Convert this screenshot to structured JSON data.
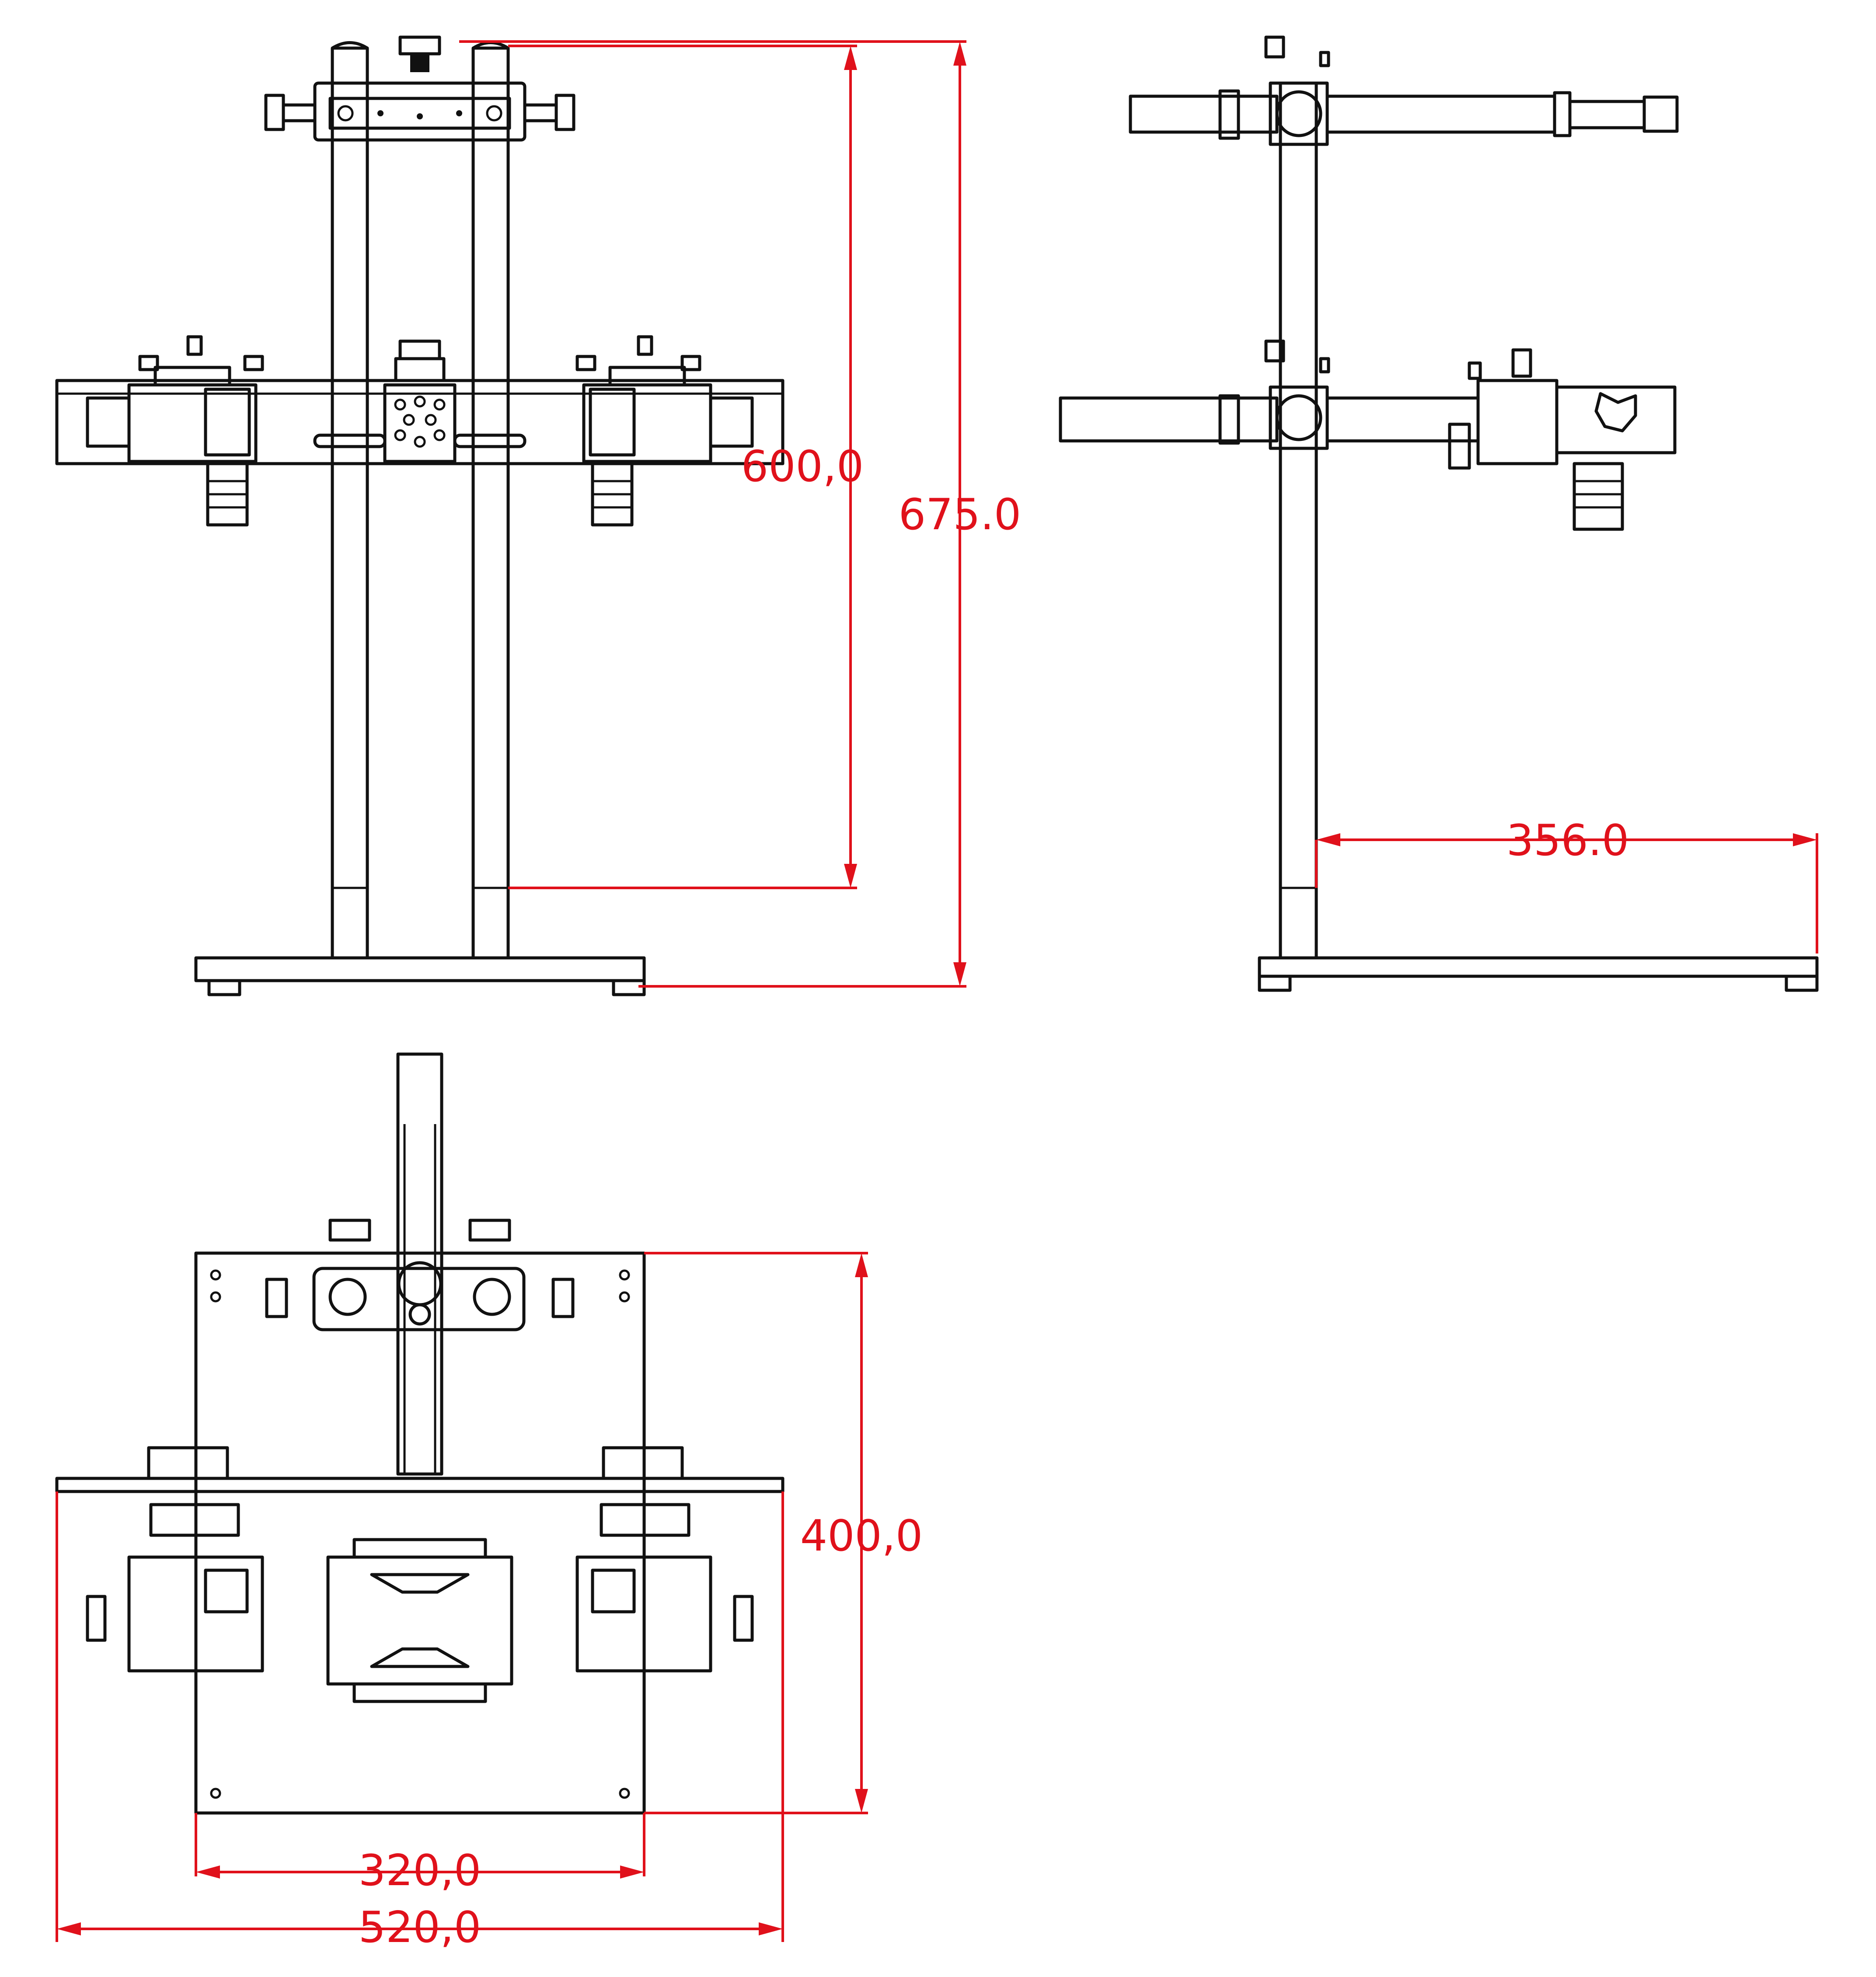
{
  "views": [
    "front-view",
    "side-view",
    "top-view"
  ],
  "dimensions": {
    "front_inner_height": "600,0",
    "front_total_height": "675.0",
    "side_depth": "356.0",
    "top_depth": "400,0",
    "top_base_width": "320,0",
    "top_total_width": "520,0"
  },
  "colors": {
    "line": "#111111",
    "dimension": "#e0111b",
    "background": "#ffffff"
  }
}
